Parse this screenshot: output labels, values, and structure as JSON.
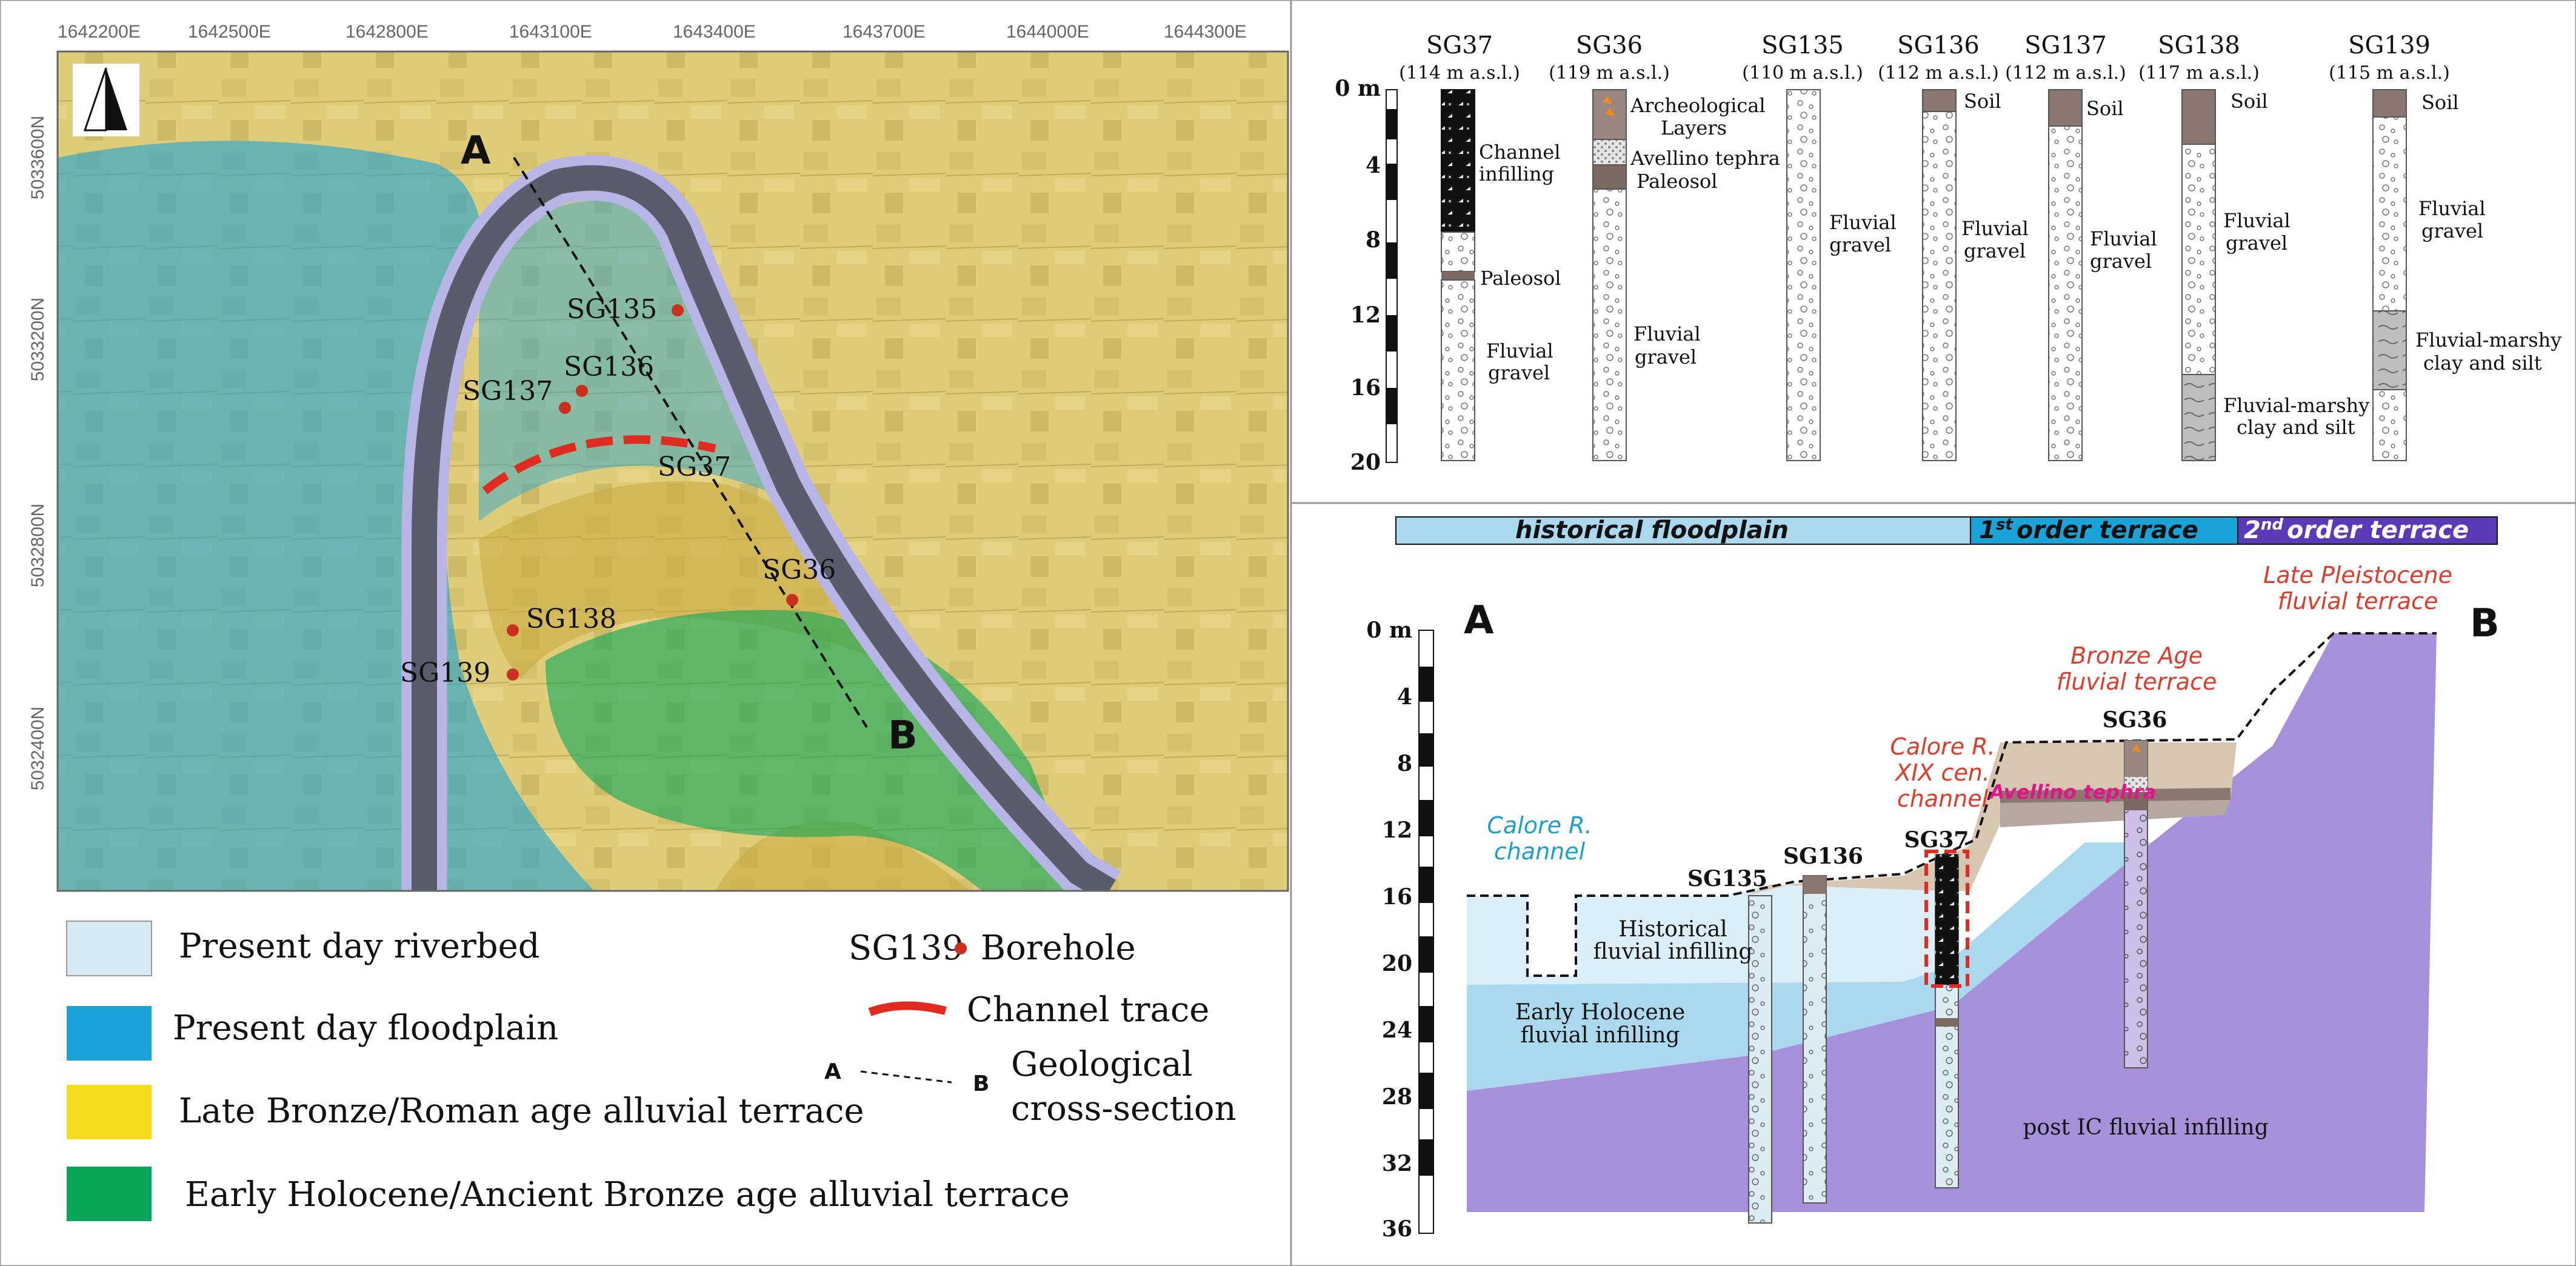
{
  "map": {
    "x_coords": [
      "1642200E",
      "1642500E",
      "1642800E",
      "1643100E",
      "1643400E",
      "1643700E",
      "1644000E",
      "1644300E"
    ],
    "y_coords": [
      "5033600N",
      "5033200N",
      "5032800N",
      "5032400N"
    ],
    "point_a": "A",
    "point_b": "B",
    "boreholes": [
      "SG135",
      "SG136",
      "SG137",
      "SG37",
      "SG36",
      "SG138",
      "SG139"
    ]
  },
  "legend": {
    "riverbed": "Present day riverbed",
    "floodplain": "Present day floodplain",
    "bronze_roman": "Late Bronze/Roman age alluvial terrace",
    "early_holocene": "Early Holocene/Ancient Bronze age alluvial terrace",
    "borehole_sample": "SG139",
    "borehole": "Borehole",
    "channel_trace": "Channel trace",
    "section_a": "A",
    "section_b": "B",
    "geo_section_1": "Geological",
    "geo_section_2": "cross-section"
  },
  "columns": {
    "depth_ticks": [
      "0 m",
      "4",
      "8",
      "12",
      "16",
      "20"
    ],
    "items": [
      {
        "name": "SG37",
        "alt": "(114 m a.s.l.)"
      },
      {
        "name": "SG36",
        "alt": "(119 m a.s.l.)"
      },
      {
        "name": "SG135",
        "alt": "(110 m a.s.l.)"
      },
      {
        "name": "SG136",
        "alt": "(112 m a.s.l.)"
      },
      {
        "name": "SG137",
        "alt": "(112 m a.s.l.)"
      },
      {
        "name": "SG138",
        "alt": "(117 m a.s.l.)"
      },
      {
        "name": "SG139",
        "alt": "(115 m a.s.l.)"
      }
    ],
    "labels": {
      "channel_infilling_1": "Channel",
      "channel_infilling_2": "infilling",
      "paleosol": "Paleosol",
      "fluvial": "Fluvial",
      "gravel": "gravel",
      "arch_1": "Archeological",
      "arch_2": "Layers",
      "avellino": "Avellino tephra",
      "soil": "Soil",
      "marshy_1": "Fluvial-marshy",
      "marshy_2": "clay and silt"
    }
  },
  "section": {
    "band_floodplain": "historical floodplain",
    "band_first": "order terrace",
    "band_first_num": "1",
    "band_first_sup": "st",
    "band_second": "order terrace",
    "band_second_num": "2",
    "band_second_sup": "nd",
    "a": "A",
    "b": "B",
    "depth_ticks": [
      "0 m",
      "4",
      "8",
      "12",
      "16",
      "20",
      "24",
      "28",
      "32",
      "36"
    ],
    "late_pleistocene_1": "Late Pleistocene",
    "late_pleistocene_2": "fluvial terrace",
    "bronze_age_1": "Bronze Age",
    "bronze_age_2": "fluvial terrace",
    "calore_xix_1": "Calore R.",
    "calore_xix_2": "XIX cen.",
    "calore_xix_3": "channel",
    "calore_channel_1": "Calore R.",
    "calore_channel_2": "channel",
    "avellino": "Avellino tephra",
    "hist_infill_1": "Historical",
    "hist_infill_2": "fluvial infilling",
    "early_infill_1": "Early Holocene",
    "early_infill_2": "fluvial infilling",
    "post_ic": "post IC fluvial infilling",
    "sg135": "SG135",
    "sg136": "SG136",
    "sg37": "SG37",
    "sg36": "SG36"
  },
  "colors": {
    "riverbed": "#d7e9f2",
    "floodplain": "#1aa3d6",
    "bronze": "#f4dc1c",
    "holocene": "#0aa65a",
    "purple": "#a78fd9",
    "light_blue": "#a9d8ef",
    "hist_blue": "#dceff8",
    "tan": "#d8c7b0",
    "red": "#e02b20"
  }
}
